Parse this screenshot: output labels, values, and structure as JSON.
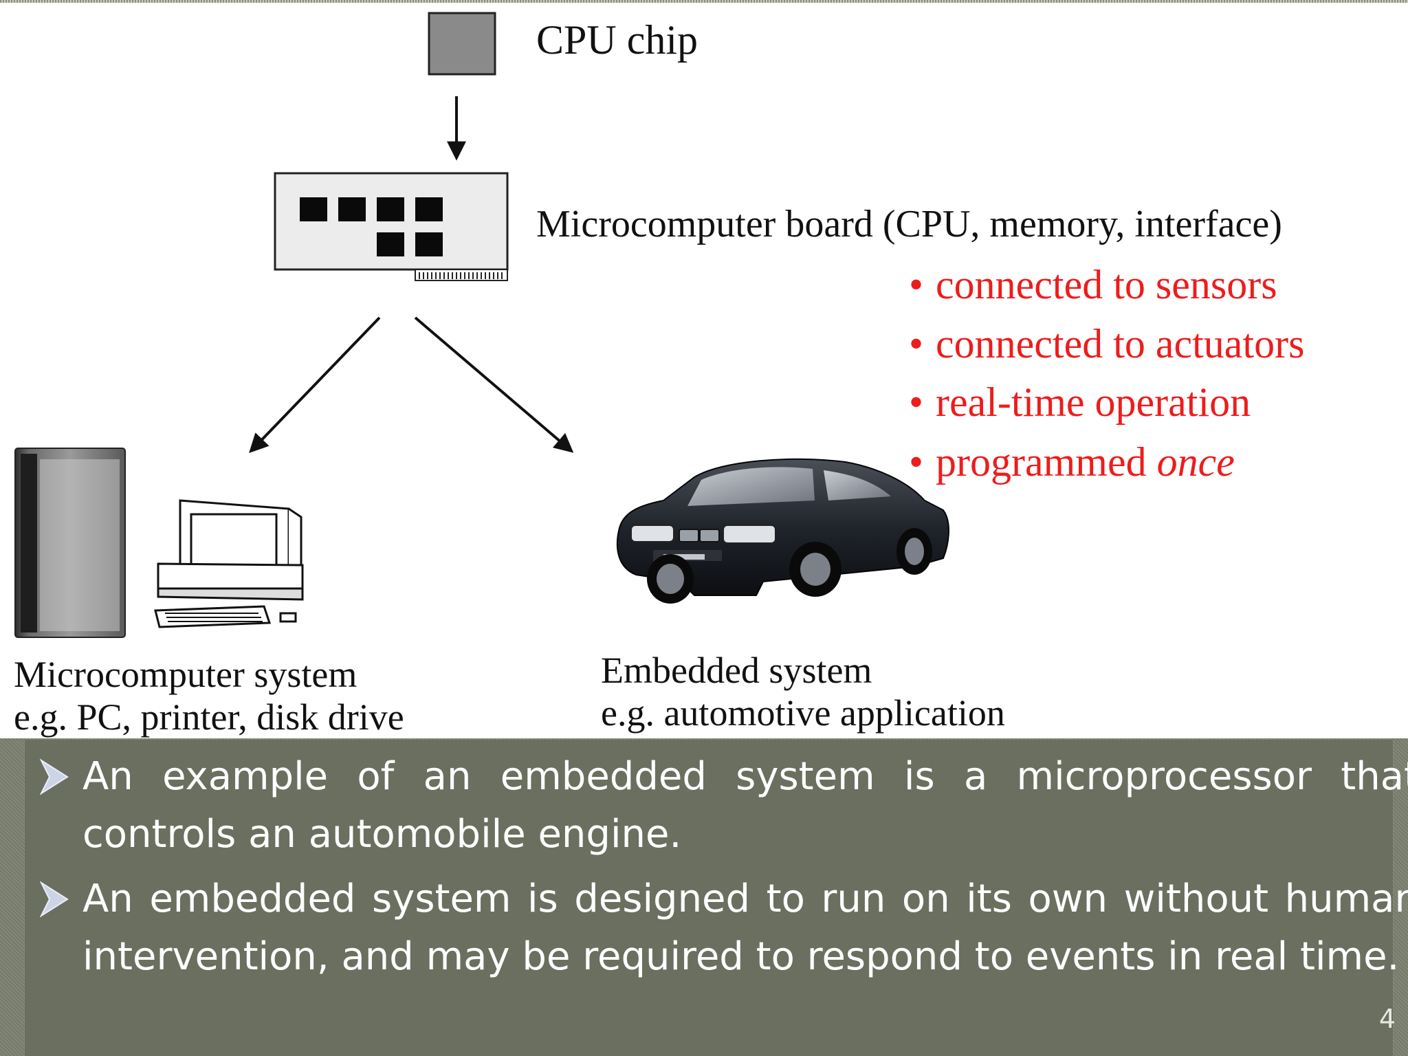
{
  "diagram": {
    "cpu_label": "CPU chip",
    "board_label": "Microcomputer board (CPU, memory, interface)",
    "properties": [
      {
        "bullet": "•",
        "text": "connected to sensors",
        "emphasis": ""
      },
      {
        "bullet": "•",
        "text": "connected to actuators",
        "emphasis": ""
      },
      {
        "bullet": "•",
        "text": "real-time operation",
        "emphasis": ""
      },
      {
        "bullet": "•",
        "text": "programmed ",
        "emphasis": "once"
      }
    ],
    "left_branch": {
      "title": "Microcomputer system",
      "example": "e.g. PC, printer, disk drive"
    },
    "right_branch": {
      "title": "Embedded system",
      "example": "e.g. automotive application"
    },
    "property_color": "#ee1c1c"
  },
  "notes": {
    "bullets": [
      "An example of an embedded system is a microprocessor that controls an automobile engine.",
      "An embedded system is designed to run on its own without human intervention, and may be required to respond to events in real time."
    ],
    "panel_color": "#6a6f60",
    "arrow_icon": "arrow-bullet-icon"
  },
  "page_number": "4"
}
